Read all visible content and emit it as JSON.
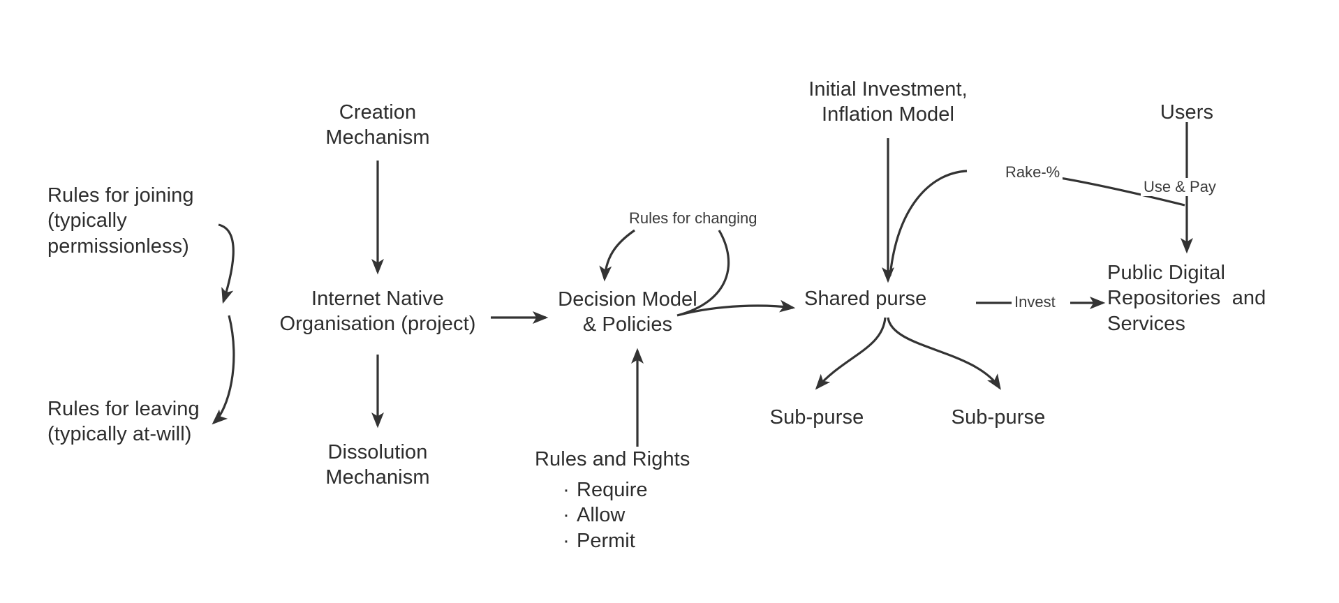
{
  "diagram": {
    "title": "Internet Native Organisation structure diagram",
    "background_color": "#ffffff",
    "text_color": "#2d2d2d",
    "stroke_color": "#333333"
  },
  "nodes": {
    "rules_joining": "Rules for joining\n(typically\npermissionless)",
    "rules_leaving": "Rules for leaving\n(typically at-will)",
    "creation_mechanism": "Creation\nMechanism",
    "internet_native_org": "Internet Native\nOrganisation (project)",
    "dissolution_mechanism": "Dissolution\nMechanism",
    "decision_model": "Decision Model\n& Policies",
    "rules_and_rights_heading": "Rules and Rights",
    "initial_investment": "Initial Investment,\nInflation Model",
    "shared_purse": "Shared purse",
    "sub_purse_left": "Sub-purse",
    "sub_purse_right": "Sub-purse",
    "users": "Users",
    "public_digital": "Public Digital\nRepositories  and\nServices"
  },
  "rules_and_rights_bullets": [
    "Require",
    "Allow",
    "Permit"
  ],
  "edge_labels": {
    "rules_for_changing": "Rules for changing",
    "rake_percent": "Rake-%",
    "use_and_pay": "Use & Pay",
    "invest": "Invest"
  },
  "edges": [
    {
      "from": "creation_mechanism",
      "to": "internet_native_org",
      "style": "straight-down"
    },
    {
      "from": "internet_native_org",
      "to": "dissolution_mechanism",
      "style": "straight-down"
    },
    {
      "from": "internet_native_org",
      "to": "rules_joining",
      "style": "curved-bidirectional-left"
    },
    {
      "from": "internet_native_org",
      "to": "rules_leaving",
      "style": "curved-left-down"
    },
    {
      "from": "internet_native_org",
      "to": "decision_model",
      "style": "straight-right"
    },
    {
      "from": "rules_for_changing",
      "to": "decision_model",
      "style": "curved-down-left"
    },
    {
      "from": "rules_for_changing",
      "to": "shared_purse",
      "style": "curved-down-right"
    },
    {
      "from": "rules_and_rights_heading",
      "to": "decision_model",
      "style": "straight-up"
    },
    {
      "from": "initial_investment",
      "to": "shared_purse",
      "style": "straight-down"
    },
    {
      "from": "public_digital",
      "to": "shared_purse",
      "style": "curved-rake"
    },
    {
      "from": "shared_purse",
      "to": "public_digital",
      "style": "straight-right",
      "label": "Invest"
    },
    {
      "from": "users",
      "to": "public_digital",
      "style": "straight-down",
      "label": "Use & Pay"
    },
    {
      "from": "shared_purse",
      "to": "sub_purse_left",
      "style": "curved-branch-left"
    },
    {
      "from": "shared_purse",
      "to": "sub_purse_right",
      "style": "curved-branch-right"
    }
  ]
}
